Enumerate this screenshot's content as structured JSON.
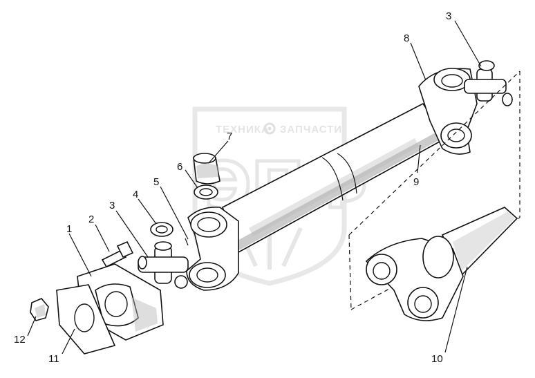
{
  "watermark": {
    "line1_left": "ТЕХНИКА",
    "line1_right": "ЗАПЧАСТИ",
    "logo": "ЭПФ"
  },
  "callouts": [
    {
      "id": "1",
      "text": "1"
    },
    {
      "id": "2",
      "text": "2"
    },
    {
      "id": "3a",
      "text": "3"
    },
    {
      "id": "3b",
      "text": "3"
    },
    {
      "id": "4",
      "text": "4"
    },
    {
      "id": "5",
      "text": "5"
    },
    {
      "id": "6",
      "text": "6"
    },
    {
      "id": "7",
      "text": "7"
    },
    {
      "id": "8",
      "text": "8"
    },
    {
      "id": "9",
      "text": "9"
    },
    {
      "id": "10",
      "text": "10"
    },
    {
      "id": "11",
      "text": "11"
    },
    {
      "id": "12",
      "text": "12"
    }
  ],
  "icons": [
    "gear-icon",
    "wheat-ear-icon"
  ],
  "colors": {
    "ink": "#111111",
    "watermark": "#e4e4e4",
    "shade": "#b5b5b5"
  }
}
